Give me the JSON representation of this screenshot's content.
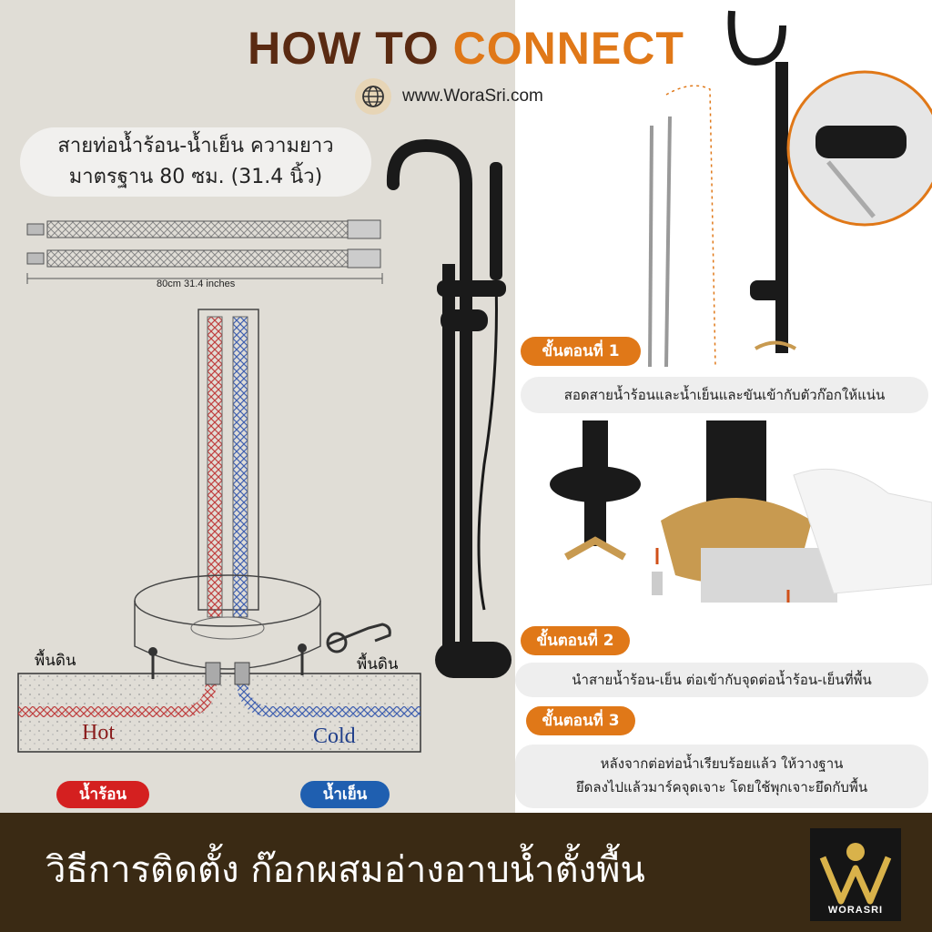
{
  "title": {
    "part1": "HOW TO",
    "part2": "CONNECT"
  },
  "website": "www.WoraSri.com",
  "hose_caption": {
    "line1": "สายท่อน้ำร้อน-น้ำเย็น ความยาว",
    "line2": "มาตรฐาน 80 ซม. (31.4 นิ้ว)"
  },
  "hose_dimension": "80cm 31.4 inches",
  "diagram": {
    "ground_left": "พื้นดิน",
    "ground_right": "พื้นดิน",
    "hot_label": "Hot",
    "cold_label": "Cold",
    "hot_pill": "น้ำร้อน",
    "cold_pill": "น้ำเย็น"
  },
  "steps": [
    {
      "tag": "ขั้นตอนที่ 1",
      "text": "สอดสายน้ำร้อนและน้ำเย็นและขันเข้ากับตัวก๊อกให้แน่น"
    },
    {
      "tag": "ขั้นตอนที่ 2",
      "text": "นำสายน้ำร้อน-เย็น ต่อเข้ากับจุดต่อน้ำร้อน-เย็นที่พื้น"
    },
    {
      "tag": "ขั้นตอนที่ 3",
      "text_line1": "หลังจากต่อท่อน้ำเรียบร้อยแล้ว ให้วางฐาน",
      "text_line2": "ยึดลงไปแล้วมาร์คจุดเจาะ โดยใช้พุกเจาะยึดกับพื้น"
    }
  ],
  "footer": "วิธีการติดตั้ง ก๊อกผสมอ่างอาบน้ำตั้งพื้น",
  "logo_text": "WORASRI",
  "colors": {
    "accent_orange": "#e07818",
    "brown_title": "#5a2a12",
    "footer_bg": "#3a2a14",
    "hot_red": "#d42020",
    "cold_blue": "#1f5fb0"
  }
}
